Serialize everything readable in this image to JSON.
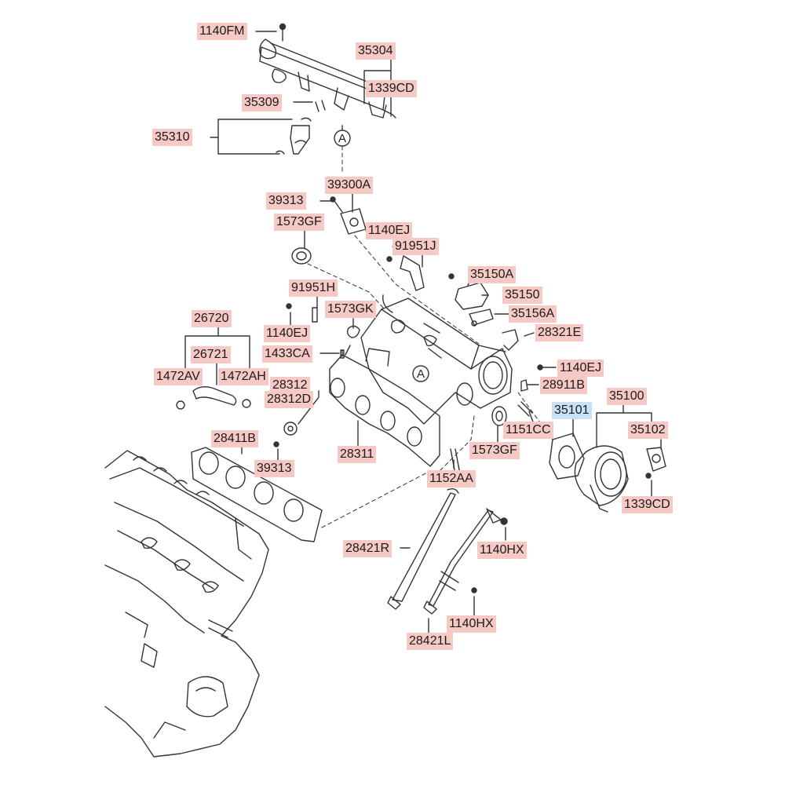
{
  "colors": {
    "label_bg": "#f6c9c4",
    "label_highlight_bg": "#c9e1f5",
    "line": "#333333"
  },
  "reference_markers": {
    "a_top": "A",
    "a_mid": "A"
  },
  "parts": [
    {
      "id": "p-1140fm",
      "text": "1140FM"
    },
    {
      "id": "p-35304",
      "text": "35304"
    },
    {
      "id": "p-1339cd-top",
      "text": "1339CD"
    },
    {
      "id": "p-35309",
      "text": "35309"
    },
    {
      "id": "p-35310",
      "text": "35310"
    },
    {
      "id": "p-39313-top",
      "text": "39313"
    },
    {
      "id": "p-39300a",
      "text": "39300A"
    },
    {
      "id": "p-1573gf-top",
      "text": "1573GF"
    },
    {
      "id": "p-1140ej-a",
      "text": "1140EJ"
    },
    {
      "id": "p-91951j",
      "text": "91951J"
    },
    {
      "id": "p-35150a",
      "text": "35150A"
    },
    {
      "id": "p-91951h",
      "text": "91951H"
    },
    {
      "id": "p-35150",
      "text": "35150"
    },
    {
      "id": "p-1573gk",
      "text": "1573GK"
    },
    {
      "id": "p-35156a",
      "text": "35156A"
    },
    {
      "id": "p-26720",
      "text": "26720"
    },
    {
      "id": "p-1140ej-b",
      "text": "1140EJ"
    },
    {
      "id": "p-28321e",
      "text": "28321E"
    },
    {
      "id": "p-26721",
      "text": "26721"
    },
    {
      "id": "p-1433ca",
      "text": "1433CA"
    },
    {
      "id": "p-1140ej-c",
      "text": "1140EJ"
    },
    {
      "id": "p-1472av",
      "text": "1472AV"
    },
    {
      "id": "p-1472ah",
      "text": "1472AH"
    },
    {
      "id": "p-28312",
      "text": "28312"
    },
    {
      "id": "p-28911b",
      "text": "28911B"
    },
    {
      "id": "p-28312d",
      "text": "28312D"
    },
    {
      "id": "p-35100",
      "text": "35100"
    },
    {
      "id": "p-35101",
      "text": "35101",
      "highlight": true
    },
    {
      "id": "p-1151cc",
      "text": "1151CC"
    },
    {
      "id": "p-35102",
      "text": "35102"
    },
    {
      "id": "p-28411b",
      "text": "28411B"
    },
    {
      "id": "p-28311",
      "text": "28311"
    },
    {
      "id": "p-1573gf-mid",
      "text": "1573GF"
    },
    {
      "id": "p-39313-mid",
      "text": "39313"
    },
    {
      "id": "p-1152aa",
      "text": "1152AA"
    },
    {
      "id": "p-1339cd-mid",
      "text": "1339CD"
    },
    {
      "id": "p-28421r",
      "text": "28421R"
    },
    {
      "id": "p-1140hx-a",
      "text": "1140HX"
    },
    {
      "id": "p-1140hx-b",
      "text": "1140HX"
    },
    {
      "id": "p-28421l",
      "text": "28421L"
    }
  ]
}
